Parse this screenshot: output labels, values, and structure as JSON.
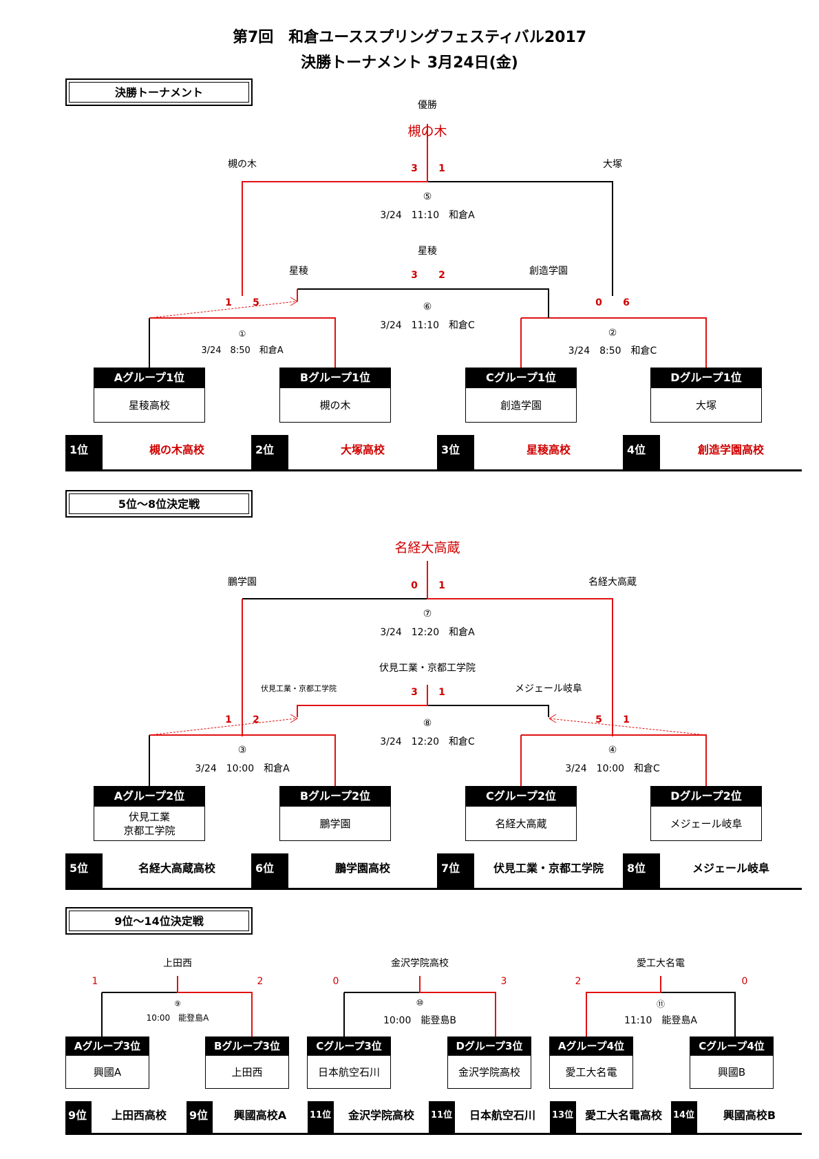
{
  "header": {
    "line1": "第7回　和倉ユーススプリングフェスティバル2017",
    "line2": "決勝トーナメント 3月24日(金)"
  },
  "sec1": {
    "title": "決勝トーナメント",
    "champion_label": "優勝",
    "champion": "槻の木",
    "final": {
      "left": "槻の木",
      "right": "大塚",
      "s1": "3",
      "s2": "1",
      "num": "⑤",
      "info": "3/24　11:10　和倉A"
    },
    "third": {
      "winner": "星稜",
      "left": "星稜",
      "right": "創造学園",
      "s1": "3",
      "s2": "2",
      "num": "⑥",
      "info": "3/24　11:10　和倉C"
    },
    "m1": {
      "s1": "1",
      "s2": "5",
      "num": "①",
      "info": "3/24　8:50　和倉A"
    },
    "m2": {
      "s1": "0",
      "s2": "6",
      "num": "②",
      "info": "3/24　8:50　和倉C"
    },
    "teams": [
      {
        "head": "Aグループ1位",
        "name": "星稜高校"
      },
      {
        "head": "Bグループ1位",
        "name": "槻の木"
      },
      {
        "head": "Cグループ1位",
        "name": "創造学園"
      },
      {
        "head": "Dグループ1位",
        "name": "大塚"
      }
    ],
    "ranks": [
      {
        "rank": "1位",
        "name": "槻の木高校"
      },
      {
        "rank": "2位",
        "name": "大塚高校"
      },
      {
        "rank": "3位",
        "name": "星稜高校"
      },
      {
        "rank": "4位",
        "name": "創造学園高校"
      }
    ]
  },
  "sec2": {
    "title": "5位～8位決定戦",
    "winner": "名経大高蔵",
    "final": {
      "left": "鵬学園",
      "right": "名経大高蔵",
      "s1": "0",
      "s2": "1",
      "num": "⑦",
      "info": "3/24　12:20　和倉A"
    },
    "third": {
      "winner": "伏見工業・京都工学院",
      "left": "伏見工業・京都工学院",
      "right": "メジェール岐阜",
      "s1": "3",
      "s2": "1",
      "num": "⑧",
      "info": "3/24　12:20　和倉C"
    },
    "m1": {
      "s1": "1",
      "s2": "2",
      "num": "③",
      "info": "3/24　10:00　和倉A"
    },
    "m2": {
      "s1": "5",
      "s2": "1",
      "num": "④",
      "info": "3/24　10:00　和倉C"
    },
    "teams": [
      {
        "head": "Aグループ2位",
        "name1": "伏見工業",
        "name2": "京都工学院"
      },
      {
        "head": "Bグループ2位",
        "name1": "鵬学園"
      },
      {
        "head": "Cグループ2位",
        "name1": "名経大高蔵"
      },
      {
        "head": "Dグループ2位",
        "name1": "メジェール岐阜"
      }
    ],
    "ranks": [
      {
        "rank": "5位",
        "name": "名経大高蔵高校"
      },
      {
        "rank": "6位",
        "name": "鵬学園高校"
      },
      {
        "rank": "7位",
        "name": "伏見工業・京都工学院"
      },
      {
        "rank": "8位",
        "name": "メジェール岐阜"
      }
    ]
  },
  "sec3": {
    "title": "9位～14位決定戦",
    "matches": [
      {
        "winner": "上田西",
        "s1": "1",
        "s2": "2",
        "num": "⑨",
        "info": "10:00　能登島A",
        "t1h": "Aグループ3位",
        "t1": "興國A",
        "t2h": "Bグループ3位",
        "t2": "上田西"
      },
      {
        "winner": "金沢学院高校",
        "s1": "0",
        "s2": "3",
        "num": "⑩",
        "info": "10:00　能登島B",
        "t1h": "Cグループ3位",
        "t1": "日本航空石川",
        "t2h": "Dグループ3位",
        "t2": "金沢学院高校"
      },
      {
        "winner": "愛工大名電",
        "s1": "2",
        "s2": "0",
        "num": "⑪",
        "info": "11:10　能登島A",
        "t1h": "Aグループ4位",
        "t1": "愛工大名電",
        "t2h": "Cグループ4位",
        "t2": "興國B"
      }
    ],
    "ranks": [
      {
        "rank": "9位",
        "name": "上田西高校"
      },
      {
        "rank": "9位",
        "name": "興國高校A"
      },
      {
        "rank": "11位",
        "name": "金沢学院高校"
      },
      {
        "rank": "11位",
        "name": "日本航空石川"
      },
      {
        "rank": "13位",
        "name": "愛工大名電高校"
      },
      {
        "rank": "14位",
        "name": "興國高校B"
      }
    ]
  },
  "colors": {
    "win": "#e01010",
    "line": "#000000"
  }
}
